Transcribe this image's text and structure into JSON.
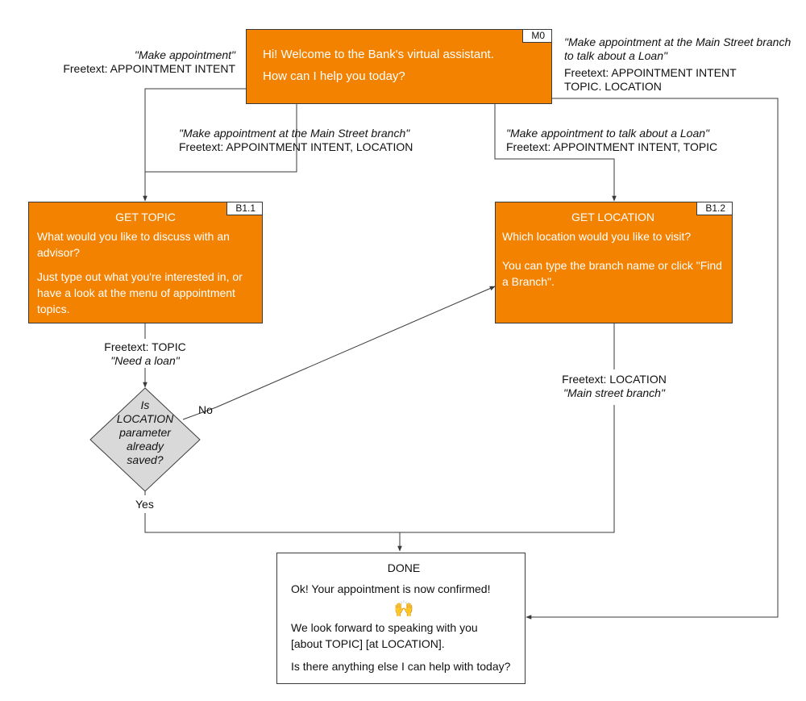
{
  "colors": {
    "node_fill": "#f28200",
    "node_text": "#ffffff",
    "decision_fill": "#d9d9d9",
    "line": "#3a3a3a"
  },
  "nodes": {
    "m0": {
      "tag": "M0",
      "line1": "Hi! Welcome to the Bank's virtual assistant.",
      "line2": "How can I help you today?"
    },
    "b11": {
      "tag": "B1.1",
      "title": "GET TOPIC",
      "line1": "What would you like to discuss with an advisor?",
      "line2": "Just type out what you're interested in, or have a look at the menu of appointment topics."
    },
    "b12": {
      "tag": "B1.2",
      "title": "GET LOCATION",
      "line1": "Which location would you like to visit?",
      "line2": "You can type the branch name or click  \"Find a Branch\"."
    },
    "decision": {
      "line1": "Is",
      "line2": "LOCATION",
      "line3": "parameter",
      "line4": "already",
      "line5": "saved?"
    },
    "done": {
      "title": "DONE",
      "line1": "Ok! Your appointment is now confirmed!",
      "emoji": "🙌",
      "line2": "We look forward to speaking with you",
      "line3": "[about TOPIC] [at LOCATION].",
      "line4": "Is there anything else I can help with  today?"
    }
  },
  "edges": {
    "make_appt": {
      "quote": "\"Make appointment\"",
      "freetext": "Freetext: APPOINTMENT INTENT"
    },
    "main_street": {
      "quote": "\"Make appointment at the Main Street branch\"",
      "freetext": "Freetext: APPOINTMENT INTENT, LOCATION"
    },
    "loan": {
      "quote": "\"Make appointment to talk about a Loan\"",
      "freetext": "Freetext: APPOINTMENT INTENT, TOPIC"
    },
    "full": {
      "quote1": "\"Make appointment at the Main Street branch",
      "quote2": "to talk about a Loan\"",
      "freetext1": "Freetext: APPOINTMENT INTENT",
      "freetext2": "TOPIC. LOCATION"
    },
    "topic": {
      "freetext": "Freetext: TOPIC",
      "quote": "\"Need a loan\""
    },
    "location": {
      "freetext": "Freetext: LOCATION",
      "quote": "\"Main street branch\""
    },
    "no": "No",
    "yes": "Yes"
  }
}
